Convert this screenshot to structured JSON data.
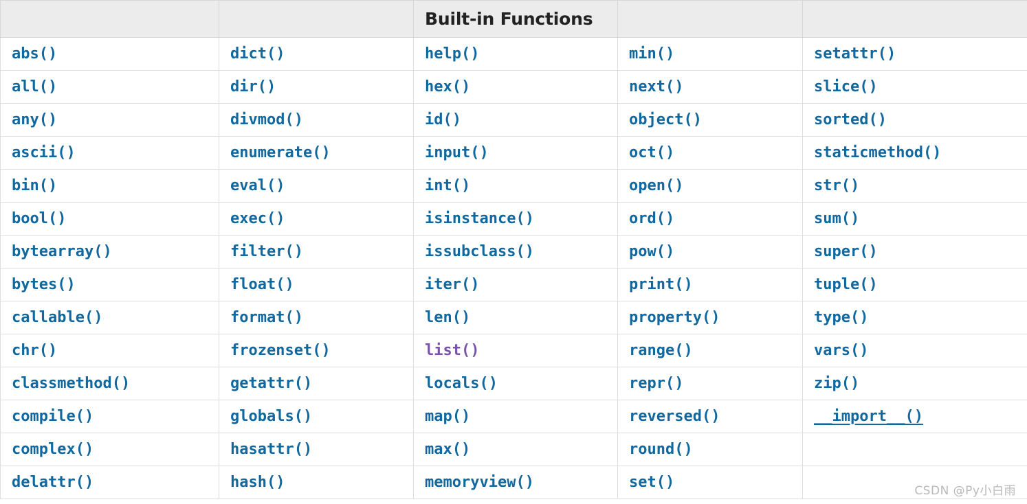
{
  "table": {
    "title": "Built-in Functions",
    "title_column_index": 2,
    "header_cells": [
      "",
      "",
      "Built-in Functions",
      "",
      ""
    ],
    "accent_color": "#10689f",
    "visited_color": "#7b52ab",
    "header_background": "#ececec",
    "border_color": "#dddddd",
    "rows": [
      [
        "abs()",
        "dict()",
        "help()",
        "min()",
        "setattr()"
      ],
      [
        "all()",
        "dir()",
        "hex()",
        "next()",
        "slice()"
      ],
      [
        "any()",
        "divmod()",
        "id()",
        "object()",
        "sorted()"
      ],
      [
        "ascii()",
        "enumerate()",
        "input()",
        "oct()",
        "staticmethod()"
      ],
      [
        "bin()",
        "eval()",
        "int()",
        "open()",
        "str()"
      ],
      [
        "bool()",
        "exec()",
        "isinstance()",
        "ord()",
        "sum()"
      ],
      [
        "bytearray()",
        "filter()",
        "issubclass()",
        "pow()",
        "super()"
      ],
      [
        "bytes()",
        "float()",
        "iter()",
        "print()",
        "tuple()"
      ],
      [
        "callable()",
        "format()",
        "len()",
        "property()",
        "type()"
      ],
      [
        "chr()",
        "frozenset()",
        "list()",
        "range()",
        "vars()"
      ],
      [
        "classmethod()",
        "getattr()",
        "locals()",
        "repr()",
        "zip()"
      ],
      [
        "compile()",
        "globals()",
        "map()",
        "reversed()",
        "__import__()"
      ],
      [
        "complex()",
        "hasattr()",
        "max()",
        "round()",
        ""
      ],
      [
        "delattr()",
        "hash()",
        "memoryview()",
        "set()",
        ""
      ]
    ],
    "visited_cells": [
      [
        9,
        2
      ]
    ],
    "underlined_cells": [
      [
        11,
        4
      ]
    ]
  },
  "watermark": {
    "text": "CSDN @Py小白雨"
  }
}
